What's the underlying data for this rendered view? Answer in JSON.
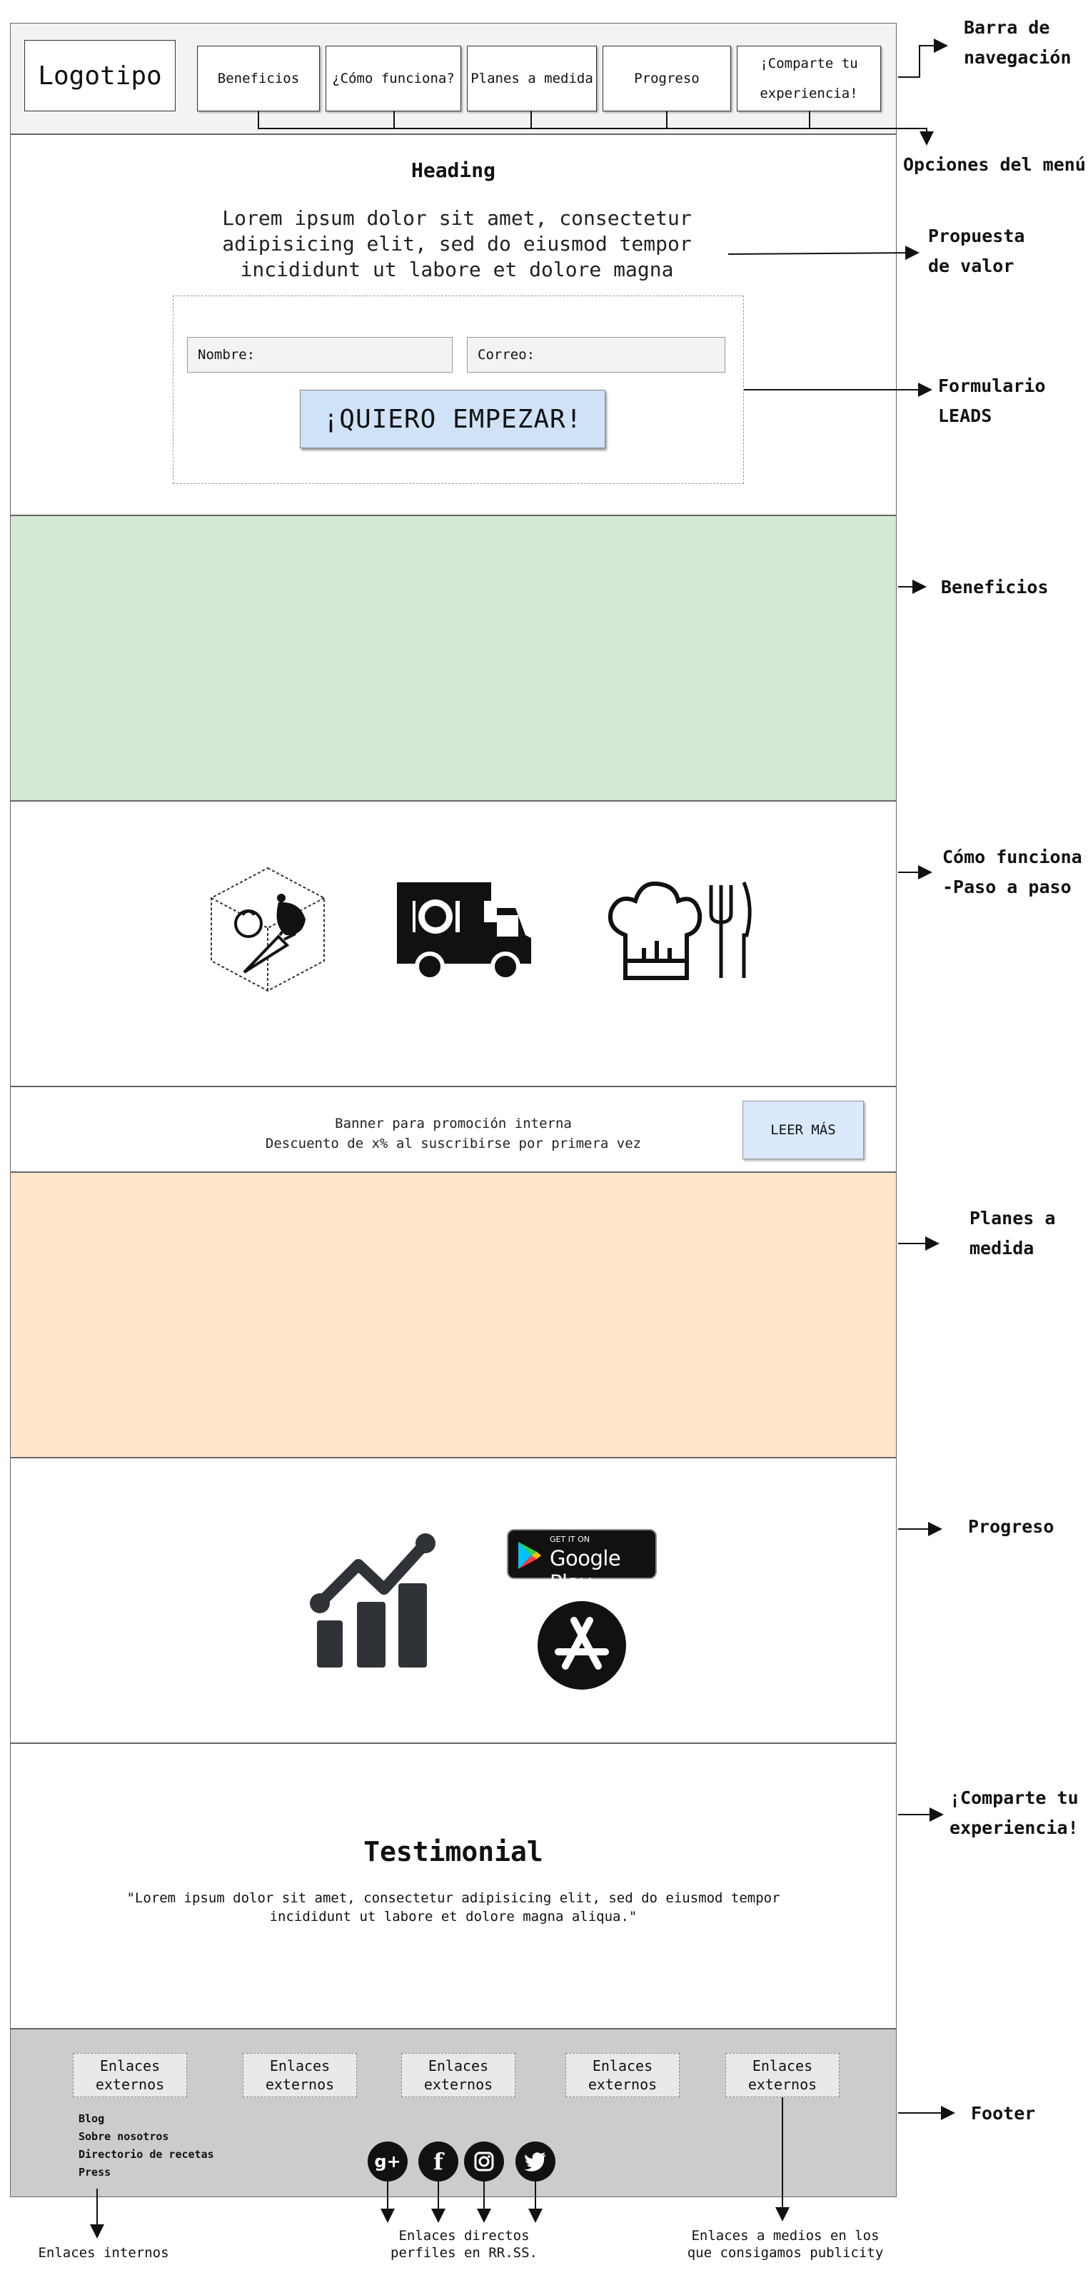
{
  "nav": {
    "logo": "Logotipo",
    "items": [
      {
        "label": "Beneficios"
      },
      {
        "label": "¿Cómo funciona?"
      },
      {
        "label": "Planes a medida"
      },
      {
        "label": "Progreso"
      },
      {
        "label": "¡Comparte tu experiencia!"
      }
    ]
  },
  "annotations": {
    "navbar": "Barra de navegación",
    "menu_options": "Opciones del menú",
    "value_prop": "Propuesta de valor",
    "lead_form": "Formulario LEADS",
    "benefits": "Beneficios",
    "howto": "Cómo funciona -Paso a paso",
    "plans": "Planes a medida",
    "progress": "Progreso",
    "share": "¡Comparte tu experiencia!",
    "footer": "Footer",
    "internal_links": "Enlaces internos",
    "social_links": "Enlaces directos perfiles en RR.SS.",
    "media_links": "Enlaces a medios en los que consigamos publicity"
  },
  "hero": {
    "heading": "Heading",
    "value_prop": "Lorem ipsum dolor sit amet, consectetur adipisicing elit, sed do eiusmod tempor incididunt ut labore et dolore magna",
    "name_placeholder": "Nombre:",
    "email_placeholder": "Correo:",
    "cta": "¡QUIERO EMPEZAR!"
  },
  "banner": {
    "line1": "Banner para promoción interna",
    "line2": "Descuento de x% al suscribirse por primera vez",
    "button": "LEER MÁS"
  },
  "progress": {
    "google_play_top": "GET IT ON",
    "google_play_name": "Google Play"
  },
  "testimonial": {
    "title": "Testimonial",
    "quote": "\"Lorem ipsum dolor sit amet, consectetur adipisicing elit, sed do eiusmod tempor incididunt ut labore et dolore magna aliqua.\""
  },
  "footer": {
    "external_label": "Enlaces externos",
    "internal_links": [
      "Blog",
      "Sobre nosotros",
      "Directorio de recetas",
      "Press"
    ],
    "social_icons": [
      "google-plus",
      "facebook",
      "instagram",
      "twitter"
    ]
  },
  "colors": {
    "benefits": "#d5e8d4",
    "plans": "#ffe6cc",
    "footer": "#cccccc",
    "cta": "#cfe2f8"
  }
}
